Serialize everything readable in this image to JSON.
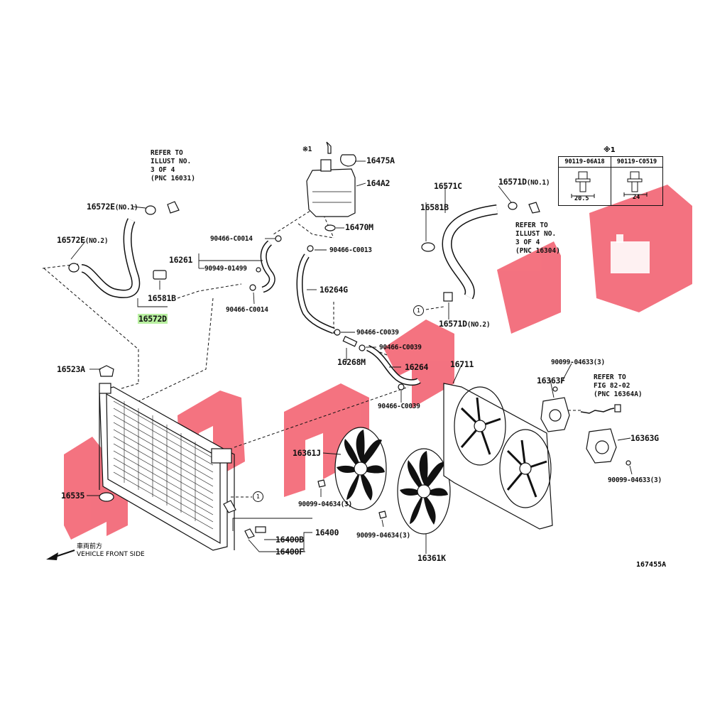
{
  "watermark": {
    "color": "#f25a6a"
  },
  "labels": {
    "p16572E_1": "16572E",
    "p16572E_1_q": "(NO.1)",
    "p16572E_2": "16572E",
    "p16572E_2_q": "(NO.2)",
    "p16581B_l": "16581B",
    "p16572D": "16572D",
    "p16523A": "16523A",
    "p16535": "16535",
    "p16475A": "16475A",
    "p164A2": "164A2",
    "p16470M": "16470M",
    "p90466_C0014_a": "90466-C0014",
    "p90466_C0013": "90466-C0013",
    "p16261": "16261",
    "p90949_01499": "90949-01499",
    "p90466_C0014_b": "90466-C0014",
    "p16264G": "16264G",
    "p90466_C0039_a": "90466-C0039",
    "p90466_C0039_b": "90466-C0039",
    "p16268M": "16268M",
    "p16264": "16264",
    "p90466_C0039_c": "90466-C0039",
    "p16571C": "16571C",
    "p16581B_r": "16581B",
    "p16571D_1": "16571D",
    "p16571D_1_q": "(NO.1)",
    "p16571D_2": "16571D",
    "p16571D_2_q": "(NO.2)",
    "p16711": "16711",
    "p90099_04633_a": "90099-04633(3)",
    "p16363F": "16363F",
    "p16363G": "16363G",
    "p90099_04633_b": "90099-04633(3)",
    "p16361J": "16361J",
    "p90099_04634_a": "90099-04634(3)",
    "p90099_04634_b": "90099-04634(3)",
    "p16361K": "16361K",
    "p16400B": "16400B",
    "p16400": "16400",
    "p16400F": "16400F",
    "star_bolt": "※1"
  },
  "notes": {
    "refer_left": [
      "REFER TO",
      "ILLUST NO.",
      "3 OF 4",
      "(PNC 16031)"
    ],
    "refer_right": [
      "REFER TO",
      "ILLUST NO.",
      "3 OF 4",
      "(PNC 16304)"
    ],
    "refer_fig": [
      "REFER TO",
      "FIG 82-02",
      "(PNC 16364A)"
    ]
  },
  "ref_circle": "1",
  "bolt_table": {
    "star": "※1",
    "col1": "90119-06A18",
    "col2": "90119-C0519",
    "dim1": "20.5",
    "dim2": "24"
  },
  "front": {
    "jp": "車両前方",
    "en": "VEHICLE FRONT SIDE"
  },
  "figure_id": "167455A"
}
